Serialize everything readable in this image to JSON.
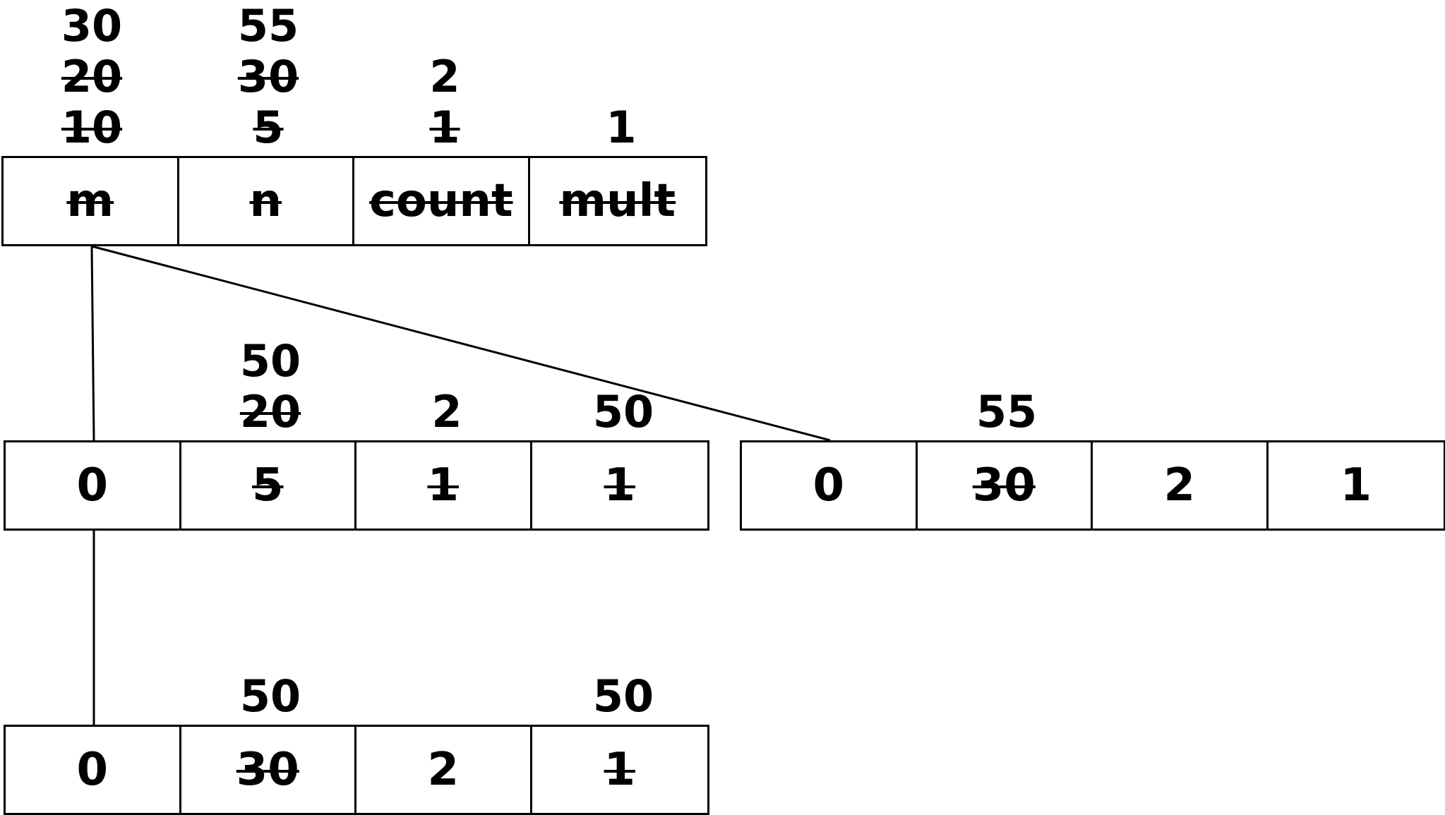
{
  "frames": [
    {
      "id": "frame-top",
      "cells": [
        {
          "label": "m",
          "struck": true,
          "history": [
            {
              "v": "10",
              "s": true
            },
            {
              "v": "20",
              "s": true
            },
            {
              "v": "30",
              "s": false
            }
          ]
        },
        {
          "label": "n",
          "struck": true,
          "history": [
            {
              "v": "5",
              "s": true
            },
            {
              "v": "30",
              "s": true
            },
            {
              "v": "55",
              "s": false
            }
          ]
        },
        {
          "label": "count",
          "struck": true,
          "history": [
            {
              "v": "1",
              "s": true
            },
            {
              "v": "2",
              "s": false
            }
          ]
        },
        {
          "label": "mult",
          "struck": true,
          "history": [
            {
              "v": "1",
              "s": false
            }
          ]
        }
      ]
    },
    {
      "id": "frame-mid-left",
      "cells": [
        {
          "label": "0",
          "struck": false,
          "history": []
        },
        {
          "label": "5",
          "struck": true,
          "history": [
            {
              "v": "20",
              "s": true
            },
            {
              "v": "50",
              "s": false
            }
          ]
        },
        {
          "label": "1",
          "struck": true,
          "history": [
            {
              "v": "2",
              "s": false
            }
          ]
        },
        {
          "label": "1",
          "struck": true,
          "history": [
            {
              "v": "50",
              "s": false
            }
          ]
        }
      ]
    },
    {
      "id": "frame-mid-right",
      "cells": [
        {
          "label": "0",
          "struck": false,
          "history": []
        },
        {
          "label": "30",
          "struck": true,
          "history": [
            {
              "v": "55",
              "s": false
            }
          ]
        },
        {
          "label": "2",
          "struck": false,
          "history": []
        },
        {
          "label": "1",
          "struck": false,
          "history": []
        }
      ]
    },
    {
      "id": "frame-bottom",
      "cells": [
        {
          "label": "0",
          "struck": false,
          "history": []
        },
        {
          "label": "30",
          "struck": true,
          "history": [
            {
              "v": "50",
              "s": false
            }
          ]
        },
        {
          "label": "2",
          "struck": false,
          "history": []
        },
        {
          "label": "1",
          "struck": true,
          "history": [
            {
              "v": "50",
              "s": false
            }
          ]
        }
      ]
    }
  ],
  "connections": [
    {
      "from": "frame-top",
      "to": "frame-mid-left"
    },
    {
      "from": "frame-top",
      "to": "frame-mid-right"
    },
    {
      "from": "frame-mid-left",
      "to": "frame-bottom"
    }
  ]
}
